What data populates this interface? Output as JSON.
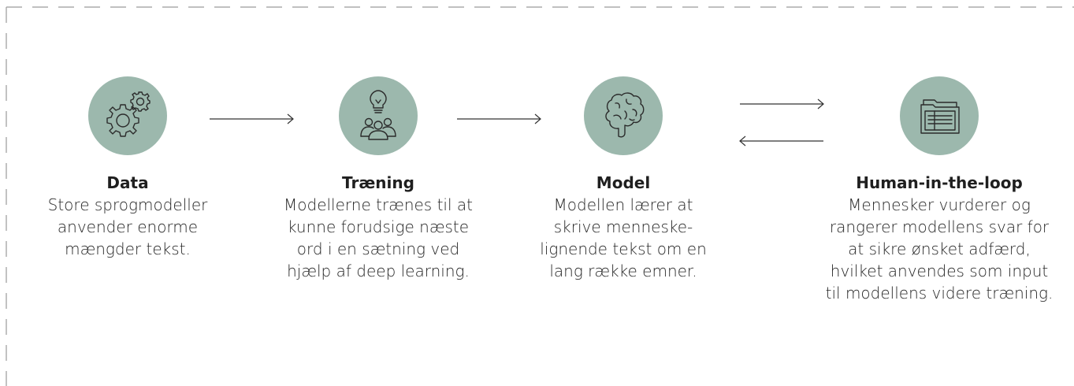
{
  "steps": [
    {
      "title": "Data",
      "description": "Store sprogmodeller anvender enorme mængder tekst.",
      "icon": "gears-icon"
    },
    {
      "title": "Træning",
      "description": "Modellerne trænes til at kunne forudsige næste ord i en sætning ved hjælp af deep learning.",
      "icon": "lightbulb-people-icon"
    },
    {
      "title": "Model",
      "description": "Modellen lærer at skrive menneske-lignende tekst om en lang række emner.",
      "icon": "brain-icon"
    },
    {
      "title": "Human-in-the-loop",
      "description": "Mennesker vurderer og rangerer modellens svar for at sikre ønsket adfærd, hvilket anvendes som input til modellens videre træning.",
      "icon": "folder-document-icon"
    }
  ],
  "colors": {
    "circle": "#9cb8ad",
    "icon_stroke": "#2b2b2b",
    "frame": "#9a9a9a",
    "arrow": "#333333"
  }
}
